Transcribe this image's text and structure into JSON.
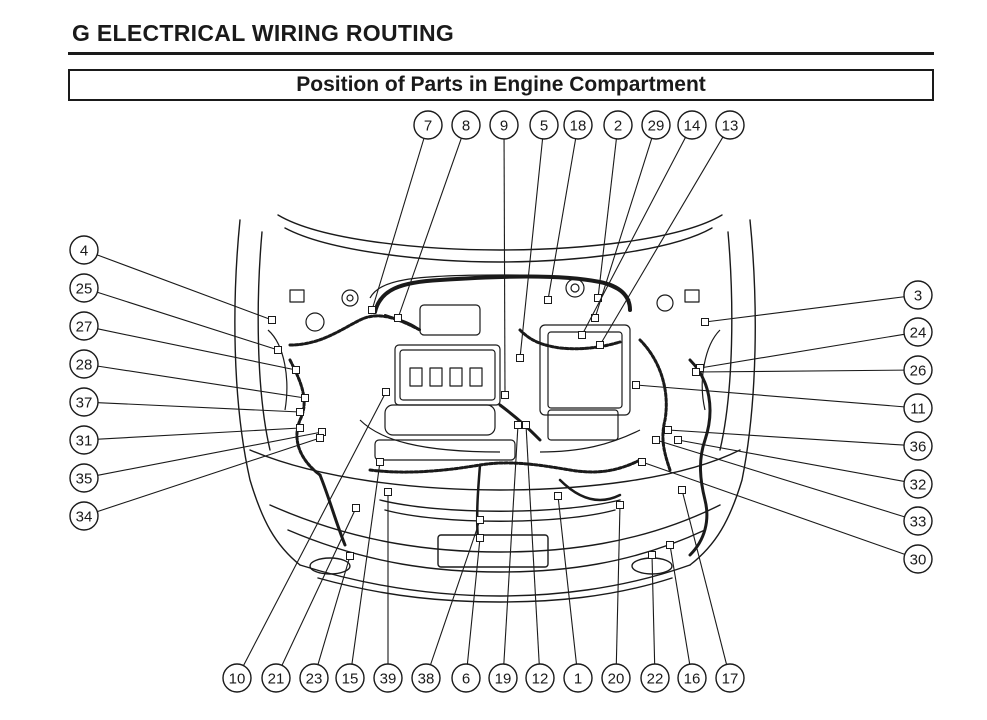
{
  "header": {
    "section_title": "G  ELECTRICAL WIRING ROUTING",
    "subtitle": "Position of Parts in Engine Compartment"
  },
  "callouts": {
    "top": [
      "7",
      "8",
      "9",
      "5",
      "18",
      "2",
      "29",
      "14",
      "13"
    ],
    "left": [
      "4",
      "25",
      "27",
      "28",
      "37",
      "31",
      "35",
      "34"
    ],
    "right": [
      "3",
      "24",
      "26",
      "11",
      "36",
      "32",
      "33",
      "30"
    ],
    "bottom": [
      "10",
      "21",
      "23",
      "15",
      "39",
      "38",
      "6",
      "19",
      "12",
      "1",
      "20",
      "22",
      "16",
      "17"
    ]
  },
  "colors": {
    "ink": "#1a1a1a",
    "background": "#ffffff"
  }
}
